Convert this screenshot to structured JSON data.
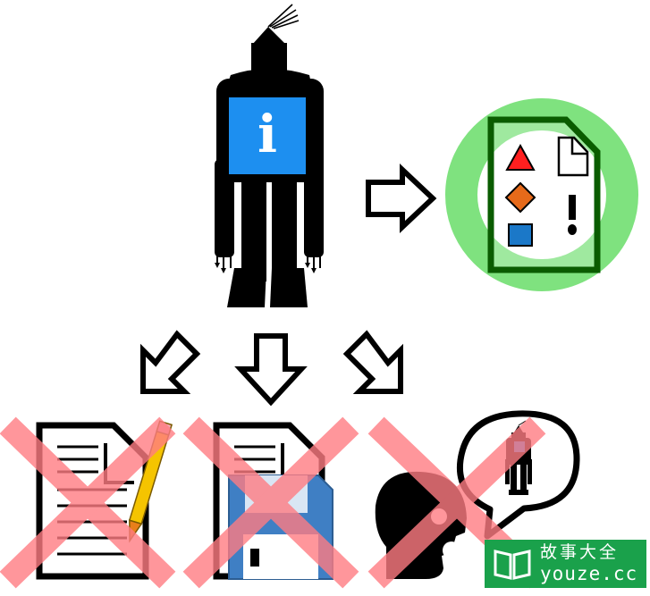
{
  "info_symbol": "i",
  "watermark": {
    "chinese": "故事大全",
    "domain": "youze.cc"
  },
  "colors": {
    "info_blue": "#1d8ff0",
    "halo_green": "#7fe27f",
    "cross_red": "#ff7c83",
    "floppy_blue": "#3f7fc4",
    "triangle_red": "#ff1f1f",
    "diamond_orange": "#e66a1a",
    "square_blue": "#1b78c8",
    "pencil_yellow": "#f5c400",
    "pencil_tip": "#e87f1a",
    "watermark_green": "#1aa14b"
  },
  "icons": [
    "robot-figure-icon",
    "info-icon",
    "arrow-right-icon",
    "structured-document-icon",
    "arrow-down-left-icon",
    "arrow-down-icon",
    "arrow-down-right-icon",
    "document-with-pencil-icon",
    "document-with-floppy-icon",
    "speaking-head-icon",
    "speech-bubble-icon",
    "red-cross-icon"
  ]
}
